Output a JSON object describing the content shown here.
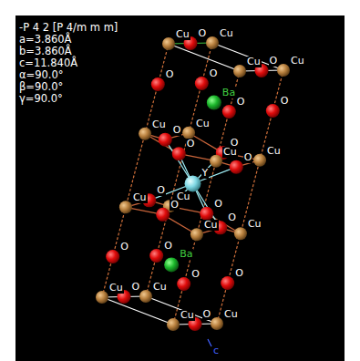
{
  "diagram": {
    "labels": [
      "-P 4 2 [P 4/m m m]",
      "a=3.860Å",
      "b=3.860Å",
      "c=11.840Å",
      "α=90.0°",
      "β=90.0°",
      "γ=90.0°",
      "Cu",
      "Cu",
      "Cu",
      "Cu",
      "Cu",
      "Cu",
      "Cu",
      "Cu",
      "Cu",
      "Cu",
      "Cu",
      "Cu",
      "Cu",
      "Cu",
      "Cu",
      "Cu",
      "O",
      "O",
      "O",
      "O",
      "O",
      "O",
      "O",
      "O",
      "O",
      "O",
      "O",
      "O",
      "O",
      "O",
      "O",
      "O",
      "O",
      "O",
      "O",
      "O",
      "Ba",
      "Ba",
      "Y",
      "c"
    ]
  }
}
